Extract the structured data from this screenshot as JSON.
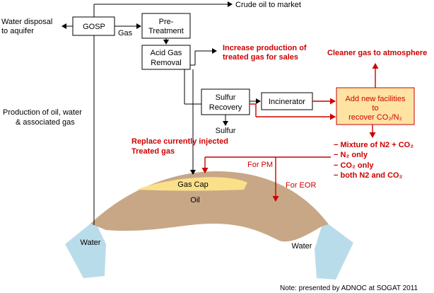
{
  "labels": {
    "gosp": "GOSP",
    "pretreat_1": "Pre-",
    "pretreat_2": "Treatment",
    "acid_1": "Acid Gas",
    "acid_2": "Removal",
    "sulfur_1": "Sulfur",
    "sulfur_2": "Recovery",
    "incinerator": "Incinerator",
    "sulfur_out": "Sulfur",
    "crude": "Crude oil to market",
    "water_disposal_1": "Water disposal",
    "water_disposal_2": "to aquifer",
    "gas": "Gas",
    "production_1": "Production of oil, water",
    "production_2": "& associated gas",
    "gas_cap": "Gas Cap",
    "oil": "Oil",
    "water_left": "Water",
    "water_right": "Water",
    "note": "Note: presented by ADNOC at SOGAT 2011"
  },
  "red_labels": {
    "increase_1": "Increase production of",
    "increase_2": "treated gas for sales",
    "cleaner": "Cleaner gas to atmosphere",
    "addnew_1": "Add new facilities",
    "addnew_2": "to",
    "addnew_3": "recover CO₂/N₂",
    "replace_1": "Replace currently injected",
    "replace_2": "Treated gas",
    "for_pm": "For PM",
    "for_eor": "For EOR",
    "opt1": "− Mixture of N2 + CO₂",
    "opt2": "− N₂ only",
    "opt3": "− CO₂ only",
    "opt4": "− both N2 and CO₂"
  },
  "colors": {
    "red": "#cc0000",
    "facility_fill": "#ffe3a3",
    "gas_cap": "#fbe08a",
    "oil": "#c8a787",
    "water": "#b9dcea"
  }
}
